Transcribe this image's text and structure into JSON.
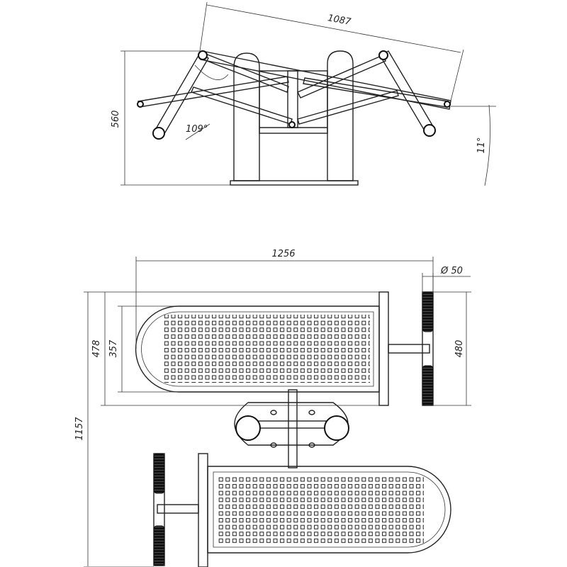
{
  "drawing": {
    "colors": {
      "line": "#222222",
      "background": "#ffffff",
      "grip": "#111111"
    },
    "side_view": {
      "dimensions": {
        "length": "1087",
        "height": "560",
        "angle_arm": "109°",
        "angle_tilt": "11°"
      }
    },
    "top_view": {
      "dimensions": {
        "total_width": "1256",
        "handle_diameter": "Ø 50",
        "seat_width": "478",
        "seat_inner": "357",
        "handle_span": "480",
        "total_length": "1157"
      }
    }
  }
}
